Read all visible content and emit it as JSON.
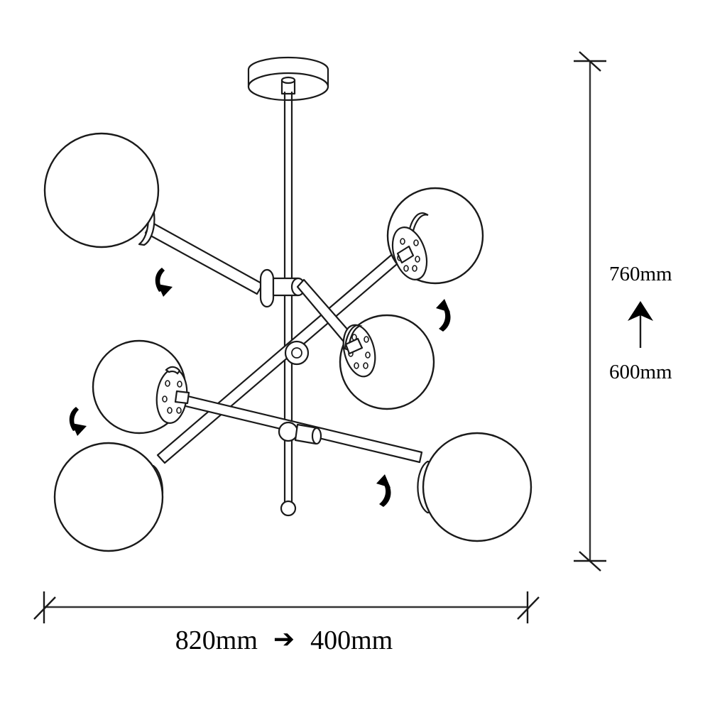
{
  "product": {
    "type": "ceiling-pendant-light-technical-drawing",
    "view": "perspective-line-drawing",
    "globe_count": 6,
    "arm_count": 3
  },
  "dimensions": {
    "height_max": "760mm",
    "height_min": "600mm",
    "height_arrow": "↑",
    "width_overall": "820mm",
    "width_arrow": "➔",
    "width_secondary": "400mm"
  },
  "annotations": {
    "rotation_markers": [
      {
        "name": "rotation-marker-upper-left",
        "direction": "down-left"
      },
      {
        "name": "rotation-marker-upper-right",
        "direction": "up-right"
      },
      {
        "name": "rotation-marker-lower-left",
        "direction": "down-left"
      },
      {
        "name": "rotation-marker-lower-right",
        "direction": "up-right"
      }
    ]
  },
  "style": {
    "line_color": "#1a1a1a",
    "dimension_color": "#333333",
    "fill_color": "#ffffff",
    "background": "#ffffff"
  }
}
